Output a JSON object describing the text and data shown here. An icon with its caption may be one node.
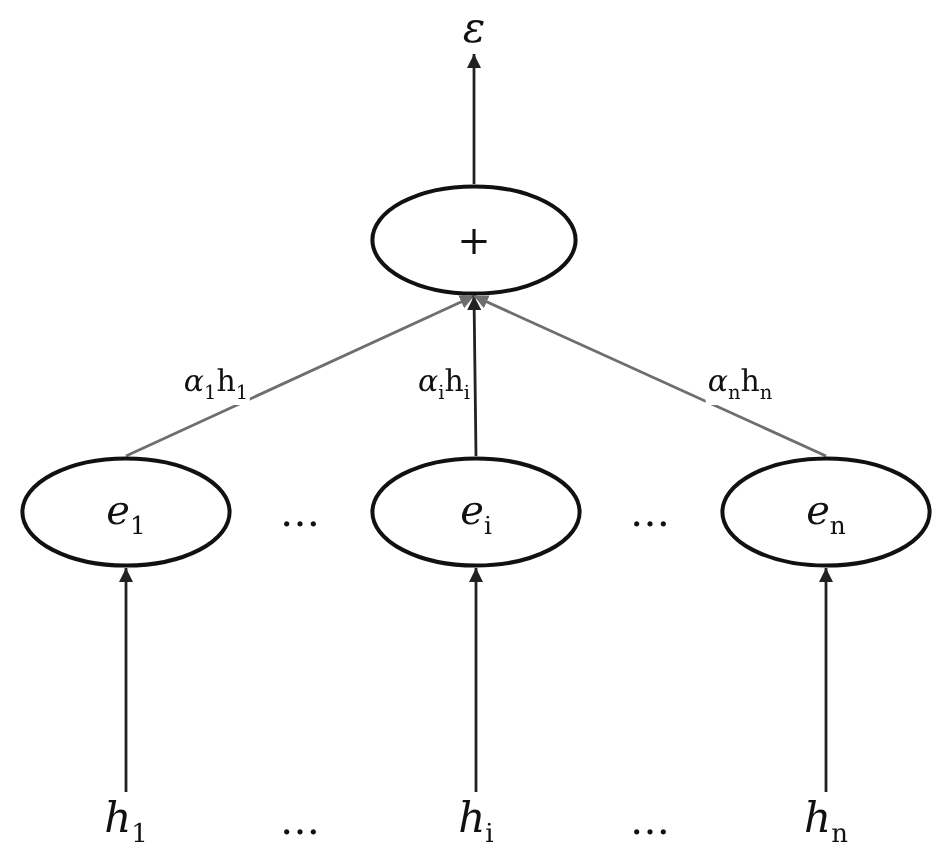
{
  "diagram": {
    "nodes": [
      {
        "text": [
          "ε"
        ]
      },
      {
        "text": [
          "+"
        ]
      },
      {
        "text": [
          "*e*$_{1}$"
        ]
      },
      {
        "text": [
          "*e*$_{i}$"
        ]
      },
      {
        "text": [
          "*e*$_{n}$"
        ]
      },
      {
        "text": [
          "*h*$_{1}$"
        ]
      },
      {
        "text": [
          "*h*$_{i}$"
        ]
      },
      {
        "text": [
          "*h*$_{n}$"
        ]
      }
    ],
    "edges": [
      {
        "from": 1,
        "to": 0,
        "arrow": "to"
      },
      {
        "from": 2,
        "to": 1,
        "arrow": "to",
        "label": "*α*$_{1}$h$_{1}$",
        "color": "#6e6e6e"
      },
      {
        "from": 3,
        "to": 1,
        "arrow": "to",
        "label": "*α*$_{i}$h$_{i}$"
      },
      {
        "from": 4,
        "to": 1,
        "arrow": "to",
        "label": "*α*$_{n}$h$_{n}$",
        "color": "#6e6e6e"
      },
      {
        "from": 5,
        "to": 2,
        "arrow": "to"
      },
      {
        "from": 6,
        "to": 3,
        "arrow": "to"
      },
      {
        "from": 7,
        "to": 4,
        "arrow": "to"
      }
    ],
    "labels": [
      "…",
      "…",
      "…",
      "…"
    ]
  }
}
